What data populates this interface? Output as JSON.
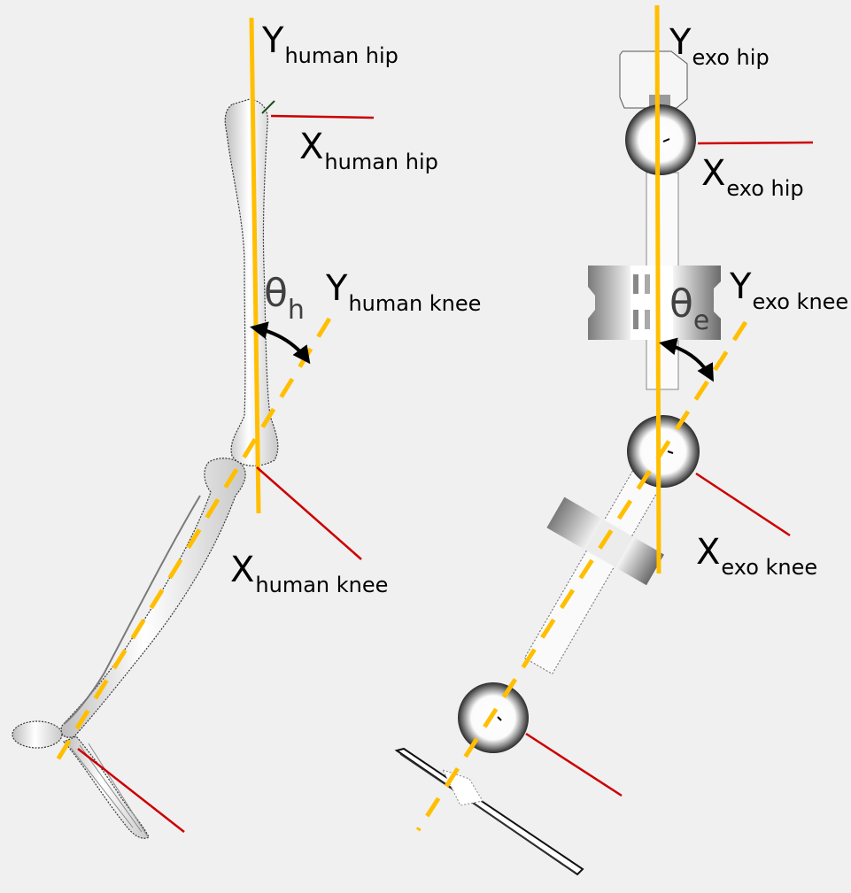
{
  "figure": {
    "background": "#f0f0f0",
    "colors": {
      "reference_axis": "#ffbf00",
      "x_axis": "#cc0000",
      "arrow": "#000000",
      "label": "#000000",
      "angle_label": "#404040"
    }
  },
  "left_panel": {
    "title_hidden": "human leg",
    "labels": {
      "y_hip": {
        "main": "Y",
        "sub": "human hip"
      },
      "x_hip": {
        "main": "X",
        "sub": "human hip"
      },
      "y_knee": {
        "main": "Y",
        "sub": "human knee"
      },
      "x_knee": {
        "main": "X",
        "sub": "human knee"
      },
      "theta": {
        "main": "θ",
        "sub": "h"
      }
    }
  },
  "right_panel": {
    "title_hidden": "exoskeleton",
    "labels": {
      "y_hip": {
        "main": "Y",
        "sub": "exo hip"
      },
      "x_hip": {
        "main": "X",
        "sub": "exo hip"
      },
      "y_knee": {
        "main": "Y",
        "sub": "exo knee"
      },
      "x_knee": {
        "main": "X",
        "sub": "exo knee"
      },
      "theta": {
        "main": "θ",
        "sub": "e"
      }
    }
  }
}
